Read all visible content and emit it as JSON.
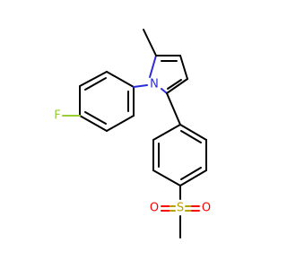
{
  "molecule": {
    "atoms": {
      "nitrogen": {
        "label": "N",
        "color": "#2b2bd9"
      },
      "fluorine": {
        "label": "F",
        "color": "#9acd32"
      },
      "sulfur": {
        "label": "S",
        "color": "#b8a000"
      },
      "oxygen_left": {
        "label": "O",
        "color": "#ff0000"
      },
      "oxygen_right": {
        "label": "O",
        "color": "#ff0000"
      }
    },
    "bond_color": "#000000",
    "background": "#ffffff"
  }
}
